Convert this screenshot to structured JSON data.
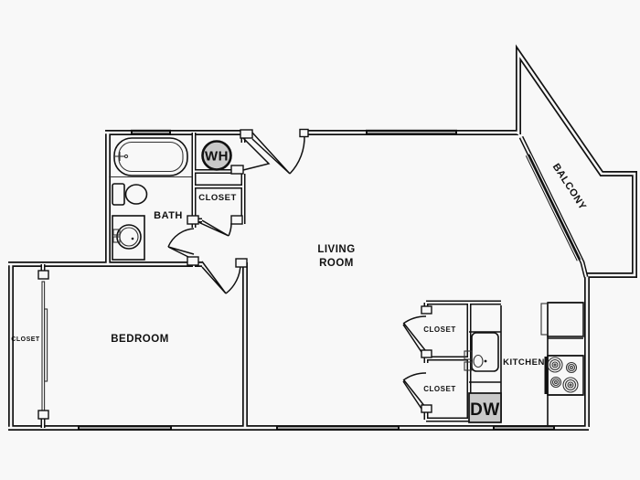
{
  "floorplan": {
    "rooms": {
      "bath": {
        "label": "BATH"
      },
      "hall_closet": {
        "label": "CLOSET"
      },
      "living_room": {
        "label_line1": "LIVING",
        "label_line2": "ROOM"
      },
      "balcony": {
        "label": "BALCONY"
      },
      "bedroom": {
        "label": "BEDROOM"
      },
      "bedroom_closet": {
        "label": "CLOSET"
      },
      "closet_upper": {
        "label": "CLOSET"
      },
      "closet_lower": {
        "label": "CLOSET"
      },
      "kitchen": {
        "label": "KITCHEN"
      }
    },
    "appliances": {
      "water_heater": {
        "label": "WH"
      },
      "dishwasher": {
        "label": "DW"
      }
    },
    "colors": {
      "wall": "#111111",
      "appliance_fill": "#c9c9c9",
      "background": "#f8f8f8",
      "text": "#111111"
    }
  }
}
